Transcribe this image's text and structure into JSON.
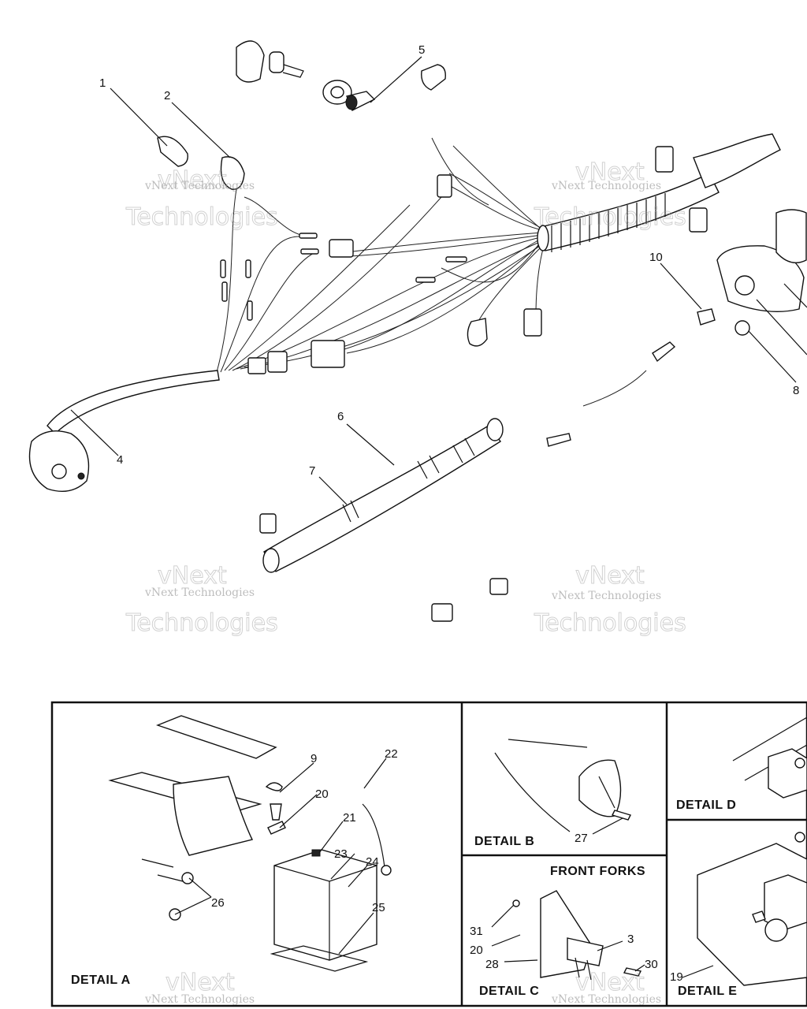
{
  "callouts": {
    "c1": "1",
    "c2": "2",
    "c4": "4",
    "c5": "5",
    "c6": "6",
    "c7": "7",
    "c8": "8",
    "c10": "10",
    "c9": "9",
    "c20": "20",
    "c21": "21",
    "c22": "22",
    "c23": "23",
    "c24": "24",
    "c25": "25",
    "c26": "26",
    "c27": "27",
    "c31": "31",
    "c20b": "20",
    "c28": "28",
    "c3": "3",
    "c30": "30",
    "c19": "19"
  },
  "details": {
    "a": "DETAIL A",
    "b": "DETAIL B",
    "c": "DETAIL C",
    "d": "DETAIL D",
    "e": "DETAIL E",
    "front_forks": "FRONT FORKS"
  },
  "watermark": {
    "line1": "vNext Technologies",
    "line2": "vNext",
    "line3": "Technologies"
  }
}
